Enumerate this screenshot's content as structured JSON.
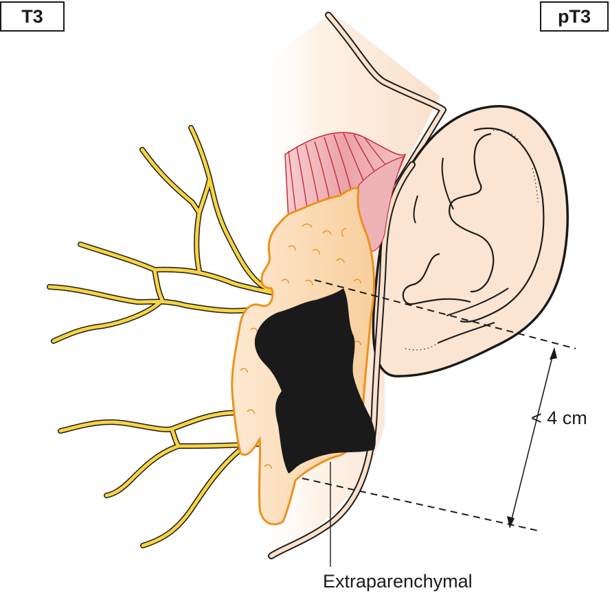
{
  "staging": {
    "clinical_label": "T3",
    "pathologic_label": "pT3"
  },
  "annotations": {
    "size_measure": "< 4 cm",
    "tumor_extension": "Extraparenchymal"
  },
  "colors": {
    "skin_fill": "#fbe3cf",
    "skin_light": "#fdf2e8",
    "nerve_fill": "#f7d443",
    "gland_fill": "#fad9ae",
    "gland_outline": "#ef8f1d",
    "muscle_fill": "#ecb0b4",
    "muscle_line": "#c9283a",
    "tumor_fill": "#1a1a1a",
    "outline": "#1a1a1a"
  },
  "icons": {
    "arrow": "double-headed-arrow"
  }
}
